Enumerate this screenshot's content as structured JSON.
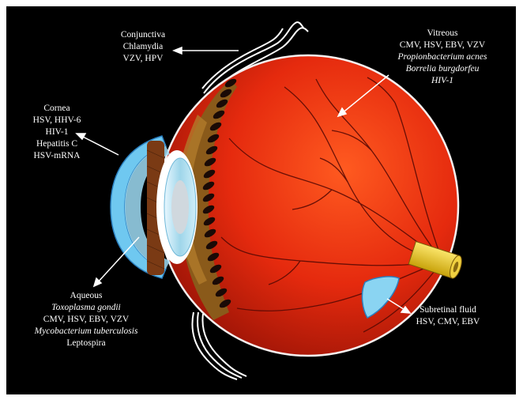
{
  "labels": {
    "conjunctiva": {
      "title": "Conjunctiva",
      "items": [
        "Chlamydia",
        "VZV, HPV"
      ]
    },
    "cornea": {
      "title": "Cornea",
      "items": [
        "HSV, HHV-6",
        "HIV-1",
        "Hepatitis C",
        "HSV-mRNA"
      ]
    },
    "vitreous": {
      "title": "Vitreous",
      "items": [
        "CMV, HSV, EBV, VZV"
      ],
      "italic_items": [
        "Propionbacterium acnes",
        "Borrelia burgdorfeu",
        "HIV-1"
      ]
    },
    "aqueous": {
      "title": "Aqueous",
      "line1_italic": "Toxoplasma gondii",
      "line2": "CMV, HSV, EBV, VZV",
      "line3_italic": "Mycobacterium tuberculosis",
      "line4": "Leptospira"
    },
    "subretinal": {
      "title": "Subretinal fluid",
      "items": [
        "HSV, CMV, EBV"
      ]
    }
  },
  "colors": {
    "background": "#000000",
    "globe": "#e0260e",
    "choroid": "#8a5a1a",
    "cornea": "#6fc8f0",
    "lens": "#bfe6f2",
    "optic_nerve": "#f2cf1a",
    "arrow": "#ffffff"
  }
}
